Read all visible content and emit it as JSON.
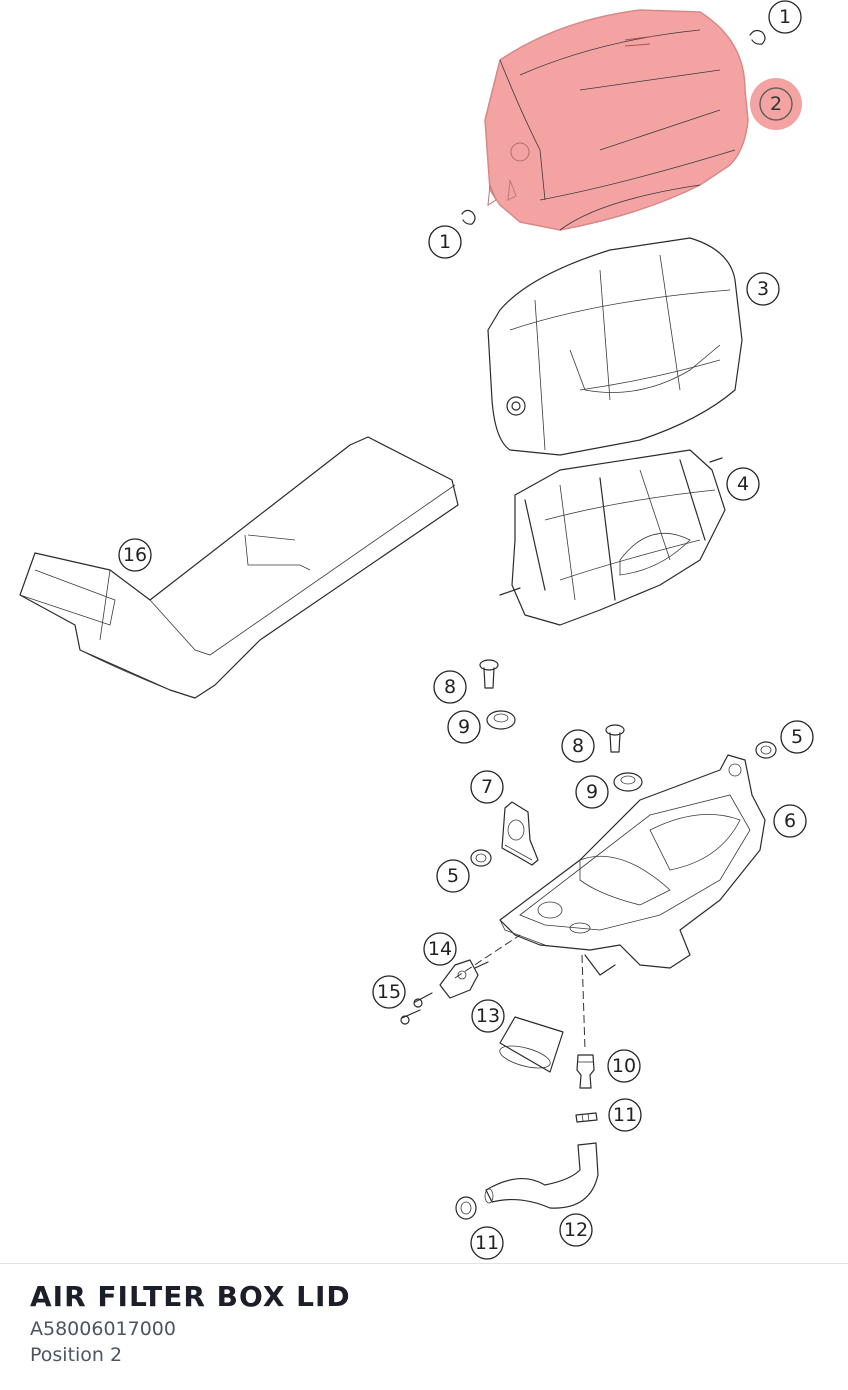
{
  "part": {
    "name": "AIR FILTER BOX LID",
    "number": "A58006017000",
    "position": "Position 2"
  },
  "highlight_color": "#f4a3a3",
  "callouts": [
    {
      "label": "1"
    },
    {
      "label": "2"
    },
    {
      "label": "1"
    },
    {
      "label": "3"
    },
    {
      "label": "4"
    },
    {
      "label": "16"
    },
    {
      "label": "8"
    },
    {
      "label": "9"
    },
    {
      "label": "8"
    },
    {
      "label": "5"
    },
    {
      "label": "9"
    },
    {
      "label": "7"
    },
    {
      "label": "6"
    },
    {
      "label": "5"
    },
    {
      "label": "14"
    },
    {
      "label": "15"
    },
    {
      "label": "13"
    },
    {
      "label": "10"
    },
    {
      "label": "11"
    },
    {
      "label": "12"
    },
    {
      "label": "11"
    }
  ]
}
